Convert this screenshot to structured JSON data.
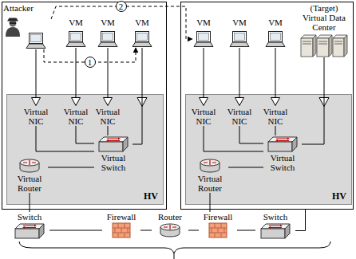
{
  "diagram": {
    "nodes": [
      {
        "text": [
          "HV"
        ]
      },
      {
        "text": [
          "Attacker"
        ]
      },
      {
        "text": [
          "VM"
        ]
      },
      {
        "text": [
          "VM"
        ]
      },
      {
        "text": [
          "VM"
        ]
      },
      {
        "text": [
          "Virtual NIC"
        ],
        "in": 0
      },
      {
        "text": [
          "Virtual NIC"
        ],
        "in": 0
      },
      {
        "text": [
          "Virtual NIC"
        ],
        "in": 0
      },
      {
        "text": [
          "Virtual Switch"
        ],
        "in": 0
      },
      {
        "text": [
          "Virtual Router"
        ],
        "in": 0
      },
      {
        "text": [
          "HV"
        ]
      },
      {
        "text": [
          "VM"
        ]
      },
      {
        "text": [
          "VM"
        ]
      },
      {
        "text": [
          "VM"
        ]
      },
      {
        "text": [
          "(Target) Virtual Data Center"
        ]
      },
      {
        "text": [
          "Virtual NIC"
        ],
        "in": 10
      },
      {
        "text": [
          "Virtual NIC"
        ],
        "in": 10
      },
      {
        "text": [
          "Virtual NIC"
        ],
        "in": 10
      },
      {
        "text": [
          "Virtual Switch"
        ],
        "in": 10
      },
      {
        "text": [
          "Virtual Router"
        ],
        "in": 10
      },
      {
        "text": [
          "Switch"
        ]
      },
      {
        "text": [
          "Firewall"
        ]
      },
      {
        "text": [
          "Router"
        ]
      },
      {
        "text": [
          "Firewall"
        ]
      },
      {
        "text": [
          "Switch"
        ]
      }
    ],
    "edges": [
      {
        "from": 1,
        "to": 5,
        "arrow": "none"
      },
      {
        "from": 2,
        "to": 6,
        "arrow": "none"
      },
      {
        "from": 3,
        "to": 7,
        "arrow": "none"
      },
      {
        "from": 4,
        "to": 8,
        "arrow": "none"
      },
      {
        "from": 5,
        "to": 8,
        "arrow": "none"
      },
      {
        "from": 6,
        "to": 8,
        "arrow": "none"
      },
      {
        "from": 7,
        "to": 8,
        "arrow": "none"
      },
      {
        "from": 8,
        "to": 9,
        "arrow": "none"
      },
      {
        "from": 11,
        "to": 15,
        "arrow": "none"
      },
      {
        "from": 12,
        "to": 16,
        "arrow": "none"
      },
      {
        "from": 13,
        "to": 17,
        "arrow": "none"
      },
      {
        "from": 14,
        "to": 18,
        "arrow": "none"
      },
      {
        "from": 15,
        "to": 18,
        "arrow": "none"
      },
      {
        "from": 16,
        "to": 18,
        "arrow": "none"
      },
      {
        "from": 17,
        "to": 18,
        "arrow": "none"
      },
      {
        "from": 18,
        "to": 19,
        "arrow": "none"
      },
      {
        "from": 9,
        "to": 20,
        "arrow": "none"
      },
      {
        "from": 20,
        "to": 21,
        "arrow": "none"
      },
      {
        "from": 21,
        "to": 22,
        "arrow": "none"
      },
      {
        "from": 22,
        "to": 23,
        "arrow": "none"
      },
      {
        "from": 23,
        "to": 19,
        "arrow": "none"
      },
      {
        "from": 23,
        "to": 24,
        "arrow": "none"
      },
      {
        "from": 1,
        "to": 4,
        "label": "1",
        "arrow": "to"
      },
      {
        "from": 1,
        "to": 11,
        "label": "2",
        "arrow": "to"
      }
    ]
  }
}
